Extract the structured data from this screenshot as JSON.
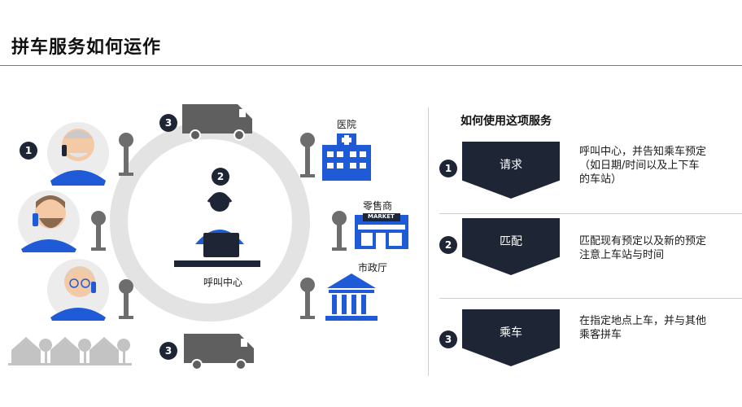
{
  "title": "拼车服务如何运作",
  "left": {
    "badges": {
      "passengers": "1",
      "call_center": "2",
      "van_top": "3",
      "van_bottom": "3"
    },
    "call_center_label": "呼叫中心",
    "destinations": [
      {
        "label": "医院",
        "icon": "hospital-icon"
      },
      {
        "label": "零售商",
        "icon": "market-icon"
      },
      {
        "label": "市政厅",
        "icon": "city-hall-icon"
      }
    ],
    "market_sign": "MARKET"
  },
  "right": {
    "title": "如何使用这项服务",
    "steps": [
      {
        "num": "1",
        "label": "请求",
        "desc": [
          "呼叫中心，并告知乘车预定",
          "（如日期/时间以及上下车",
          "的车站）"
        ]
      },
      {
        "num": "2",
        "label": "匹配",
        "desc": [
          "匹配现有预定以及新的预定",
          "注意上车站与时间"
        ]
      },
      {
        "num": "3",
        "label": "乘车",
        "desc": [
          "在指定地点上车，并与其他",
          "乘客拼车"
        ]
      }
    ]
  },
  "colors": {
    "dark": "#1e2636",
    "blue": "#1f5bd6",
    "gray": "#9a9a9a",
    "ring": "#e3e3e3"
  }
}
